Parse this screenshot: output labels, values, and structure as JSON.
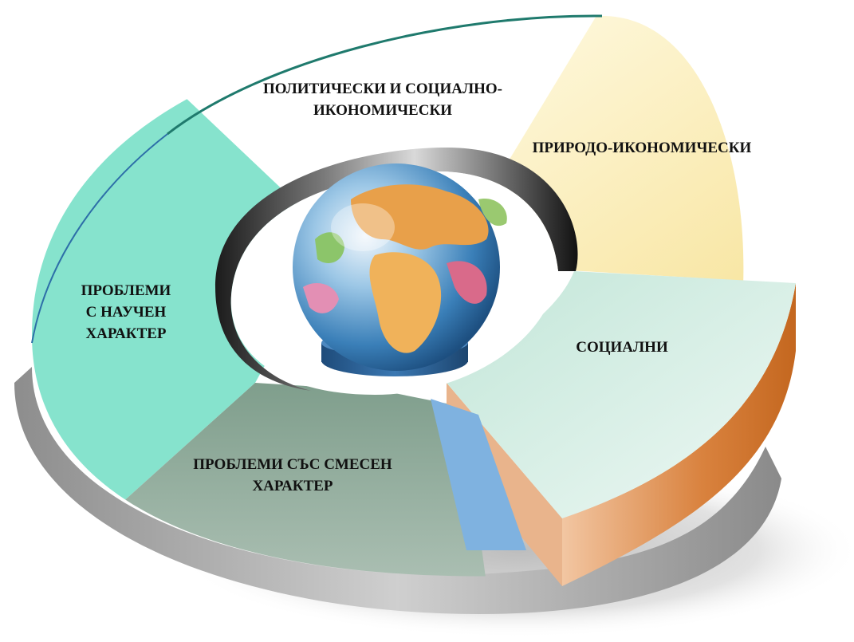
{
  "diagram": {
    "segments": [
      {
        "id": "political",
        "lines": [
          "ПОЛИТИЧЕСКИ И СОЦИАЛНО-",
          "ИКОНОМИЧЕСКИ"
        ],
        "color": "#ffffff"
      },
      {
        "id": "natural-economic",
        "lines": [
          "ПРИРОДО-ИКОНОМИЧЕСКИ"
        ],
        "color": "#fbeeb0"
      },
      {
        "id": "social",
        "lines": [
          "СОЦИАЛНИ"
        ],
        "color": "#c7e8dc",
        "side_color": "#d7874a"
      },
      {
        "id": "mixed",
        "lines": [
          "ПРОБЛЕМИ СЪС СМЕСЕН",
          "ХАРАКТЕР"
        ],
        "color": "#93ad9d"
      },
      {
        "id": "scientific",
        "lines": [
          "ПРОБЛЕМИ",
          "С НАУЧЕН",
          "ХАРАКТЕР"
        ],
        "color": "#86e3cd"
      }
    ],
    "center_icon": "globe-icon",
    "accent_blue": "#7fb2e0",
    "outline_color": "#1f7a6d"
  }
}
